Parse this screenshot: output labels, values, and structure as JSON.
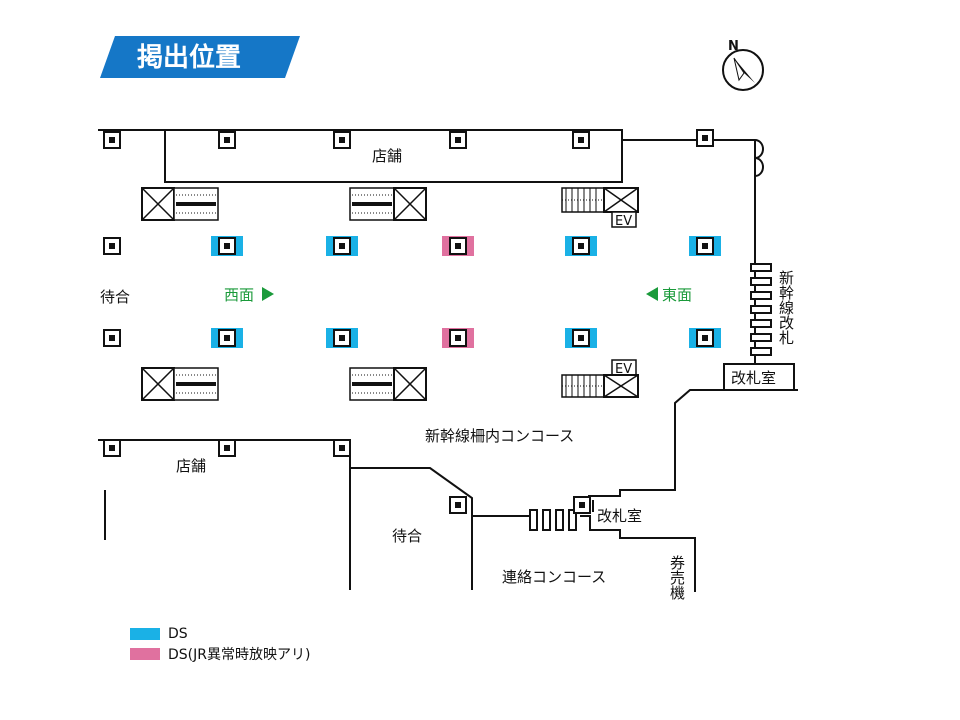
{
  "title": "掲出位置",
  "colors": {
    "ds": "#1ab1e6",
    "ds_jr": "#e0719f",
    "title_bg": "#1577c7",
    "green": "#1a9a3a"
  },
  "compass": {
    "north_label": "N"
  },
  "labels": {
    "shop_top": "店舗",
    "shop_bottom": "店舗",
    "waiting_left": "待合",
    "waiting_bottom": "待合",
    "west_face": "西面",
    "east_face": "東面",
    "ev_top": "EV",
    "ev_bottom": "EV",
    "shinkansen_gate": "新幹線改札",
    "gate_room_top": "改札室",
    "gate_room_bottom": "改札室",
    "inner_concourse": "新幹線柵内コンコース",
    "link_concourse": "連絡コンコース",
    "ticket_machine": "券売機"
  },
  "legend": [
    {
      "label": "DS",
      "color": "#1ab1e6"
    },
    {
      "label": "DS(JR異常時放映アリ)",
      "color": "#e0719f"
    }
  ]
}
